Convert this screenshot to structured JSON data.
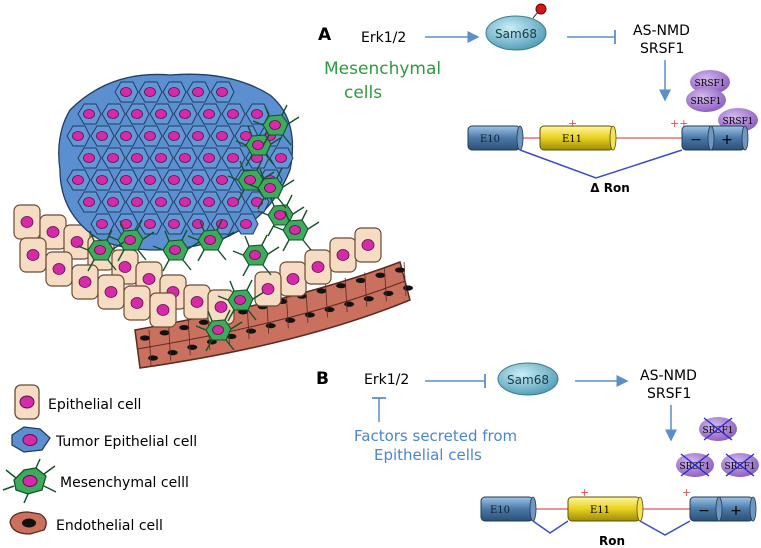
{
  "panel_a": {
    "label": "A",
    "erk": "Erk1/2",
    "sam68": "Sam68",
    "as_nmd": "AS-NMD",
    "srsf1": "SRSF1",
    "context_line1": "Mesenchymal",
    "context_line2": "cells",
    "srsf1_proteins": [
      "SRSF1",
      "SRSF1",
      "SRSF1"
    ],
    "exon_e10": "E10",
    "exon_e11": "E11",
    "minus": "−",
    "plus": "+",
    "product": "Δ Ron"
  },
  "panel_b": {
    "label": "B",
    "erk": "Erk1/2",
    "sam68": "Sam68",
    "as_nmd": "AS-NMD",
    "srsf1": "SRSF1",
    "factors_line1": "Factors secreted from",
    "factors_line2": "Epithelial cells",
    "srsf1_proteins": [
      "SRSF1",
      "SRSF1",
      "SRSF1"
    ],
    "exon_e10": "E10",
    "exon_e11": "E11",
    "minus": "−",
    "plus": "+",
    "product": "Ron"
  },
  "legend": [
    {
      "label": "Epithelial cell"
    },
    {
      "label": "Tumor Epithelial cell"
    },
    {
      "label": "Mesenchymal celll"
    },
    {
      "label": "Endothelial cell"
    }
  ],
  "colors": {
    "epithelial_fill": "#f7dcc4",
    "tumor_fill": "#5b8fcf",
    "mesenchymal_fill": "#3daa5c",
    "nucleus": "#d62aa8",
    "vessel": "#c9705e",
    "sam68": "#6db3c9",
    "srsf1": "#9b72c4",
    "e11": "#e7d11d",
    "exon_blue": "#4a79a8",
    "arrow": "#5a8fc9",
    "green_text": "#2e9a3e",
    "blue_text": "#4a86d0"
  }
}
